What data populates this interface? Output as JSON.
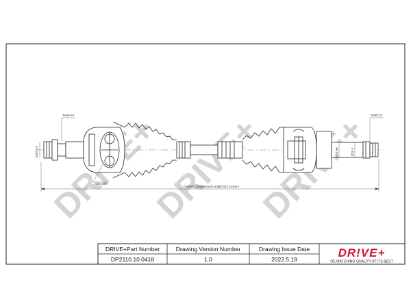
{
  "watermark": {
    "text": "DRIVE+",
    "color": "#d4d4d4"
  },
  "dimensions": {
    "teeth_left": "Teeth:24",
    "teeth_right": "Teeth:22",
    "abs_label": "ABS:48W",
    "overall_length": "Overall Compressed Length:561.5±4mm",
    "left_thread": "M20*1.5",
    "right_dia_1": "Ø25.95",
    "right_dia_2": "Ø25.9"
  },
  "title_block": {
    "headers": [
      "DRIVE+Part Number",
      "Drawing Version Number",
      "Drawing Issue Date"
    ],
    "values": [
      "DP2110.10.0418",
      "1.0",
      "2022.5.19"
    ]
  },
  "logo": {
    "text": "DR!VE+",
    "tagline": "OE MATCHING QUALITY AT ITS BEST",
    "color": "#d0142c"
  }
}
